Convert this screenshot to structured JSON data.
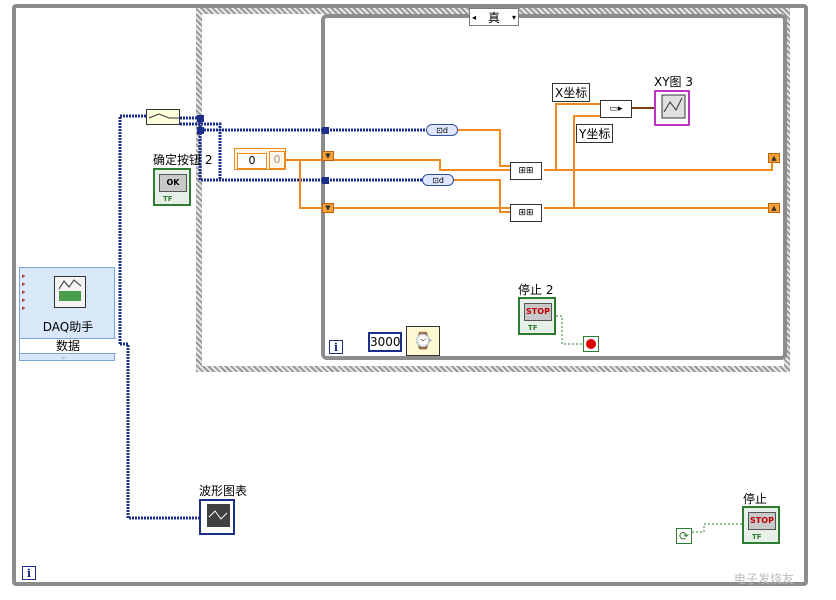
{
  "case_structure": {
    "selector_value": "真",
    "left_arrow": "◂",
    "right_arrow": "▾"
  },
  "loops": {
    "outer_iteration": "i",
    "inner_iteration": "i"
  },
  "daq": {
    "title": "DAQ助手",
    "output_label": "数据"
  },
  "controls": {
    "confirm_button": {
      "label": "确定按钮 2",
      "face": "OK",
      "type": "TF"
    },
    "stop2_button": {
      "label": "停止 2",
      "face": "STOP",
      "type": "TF"
    },
    "stop_button": {
      "label": "停止",
      "face": "STOP",
      "type": "TF"
    }
  },
  "numeric": {
    "index_value": "0",
    "index_display": "0"
  },
  "wait_constant": "3000",
  "cluster_labels": {
    "x": "X坐标",
    "y": "Y坐标"
  },
  "indicators": {
    "xy_graph": "XY图 3",
    "waveform_chart": "波形图表"
  },
  "watermark": "电子发烧友"
}
